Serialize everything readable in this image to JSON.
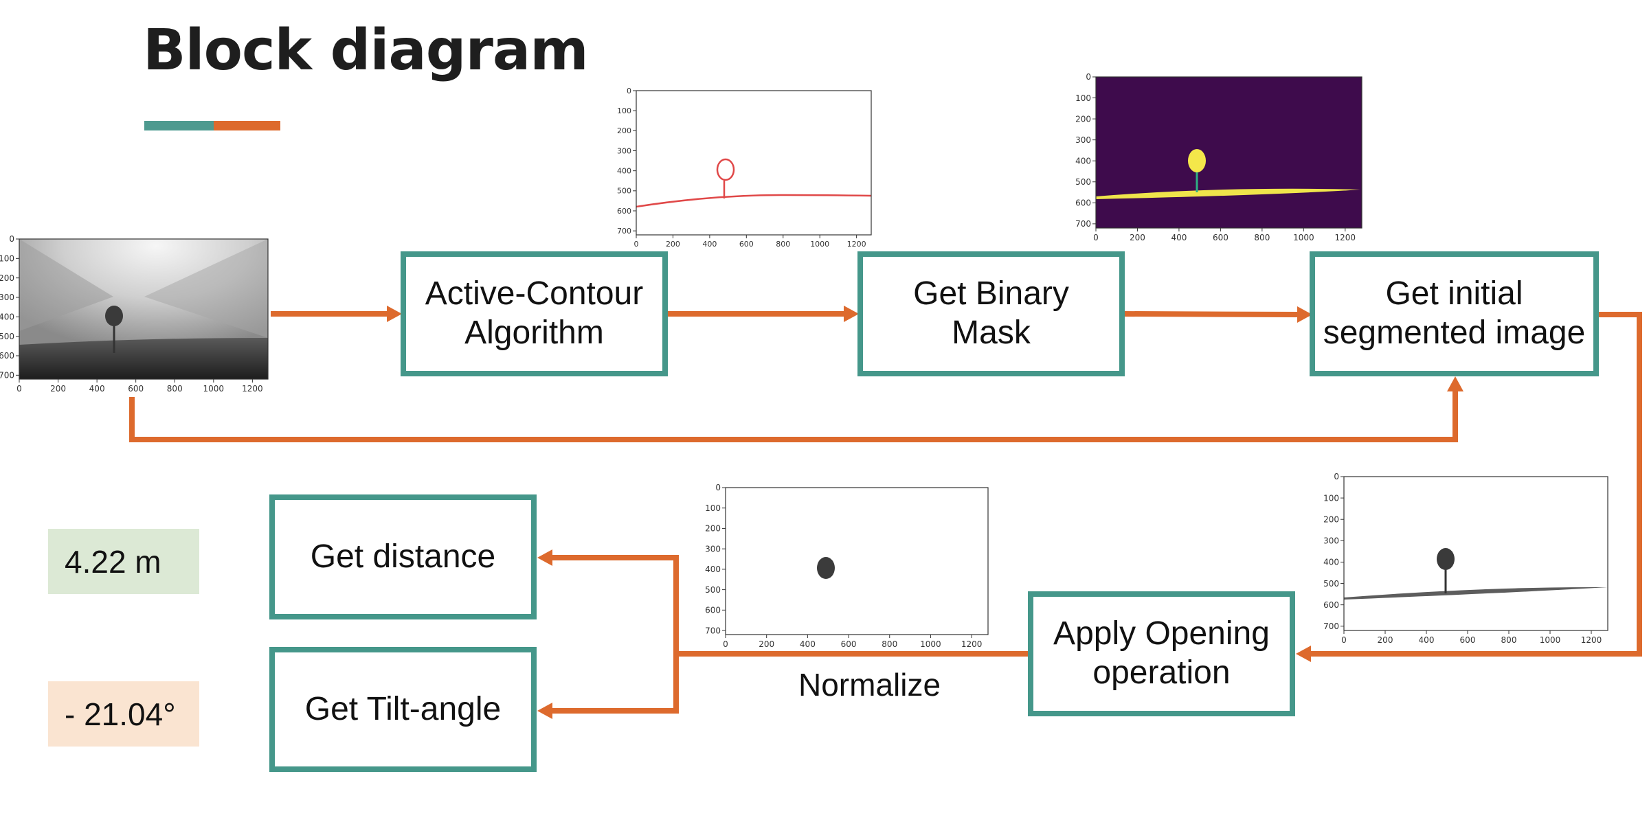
{
  "title": "Block diagram",
  "colors": {
    "box_border": "#45978a",
    "arrow": "#dd6a2d",
    "accent_teal": "#4e9a8f",
    "accent_orange": "#dd6a2d",
    "distance_badge_bg": "#dce9d5",
    "angle_badge_bg": "#fae4d1"
  },
  "boxes": {
    "active_contour": {
      "line1": "Active-Contour",
      "line2": "Algorithm"
    },
    "binary_mask": {
      "line1": "Get Binary",
      "line2": "Mask"
    },
    "initial_segmented": {
      "line1": "Get initial",
      "line2": "segmented image"
    },
    "opening": {
      "line1": "Apply Opening",
      "line2": "operation"
    },
    "distance": {
      "label": "Get distance"
    },
    "tilt": {
      "label": "Get Tilt-angle"
    }
  },
  "normalize_label": "Normalize",
  "results": {
    "distance": "4.22 m",
    "tilt_angle": "- 21.04°"
  },
  "plot_axes": {
    "x_ticks": [
      "0",
      "200",
      "400",
      "600",
      "800",
      "1000",
      "1200"
    ],
    "y_ticks": [
      "0",
      "100",
      "200",
      "300",
      "400",
      "500",
      "600",
      "700"
    ]
  },
  "thumbnails": [
    {
      "name": "input-grayscale-image",
      "colormap": "gray"
    },
    {
      "name": "active-contour-plot",
      "colormap": "contour-lines"
    },
    {
      "name": "binary-mask-plot",
      "colormap": "viridis"
    },
    {
      "name": "initial-segmented-plot",
      "colormap": "gray"
    },
    {
      "name": "normalized-plot",
      "colormap": "gray"
    }
  ]
}
